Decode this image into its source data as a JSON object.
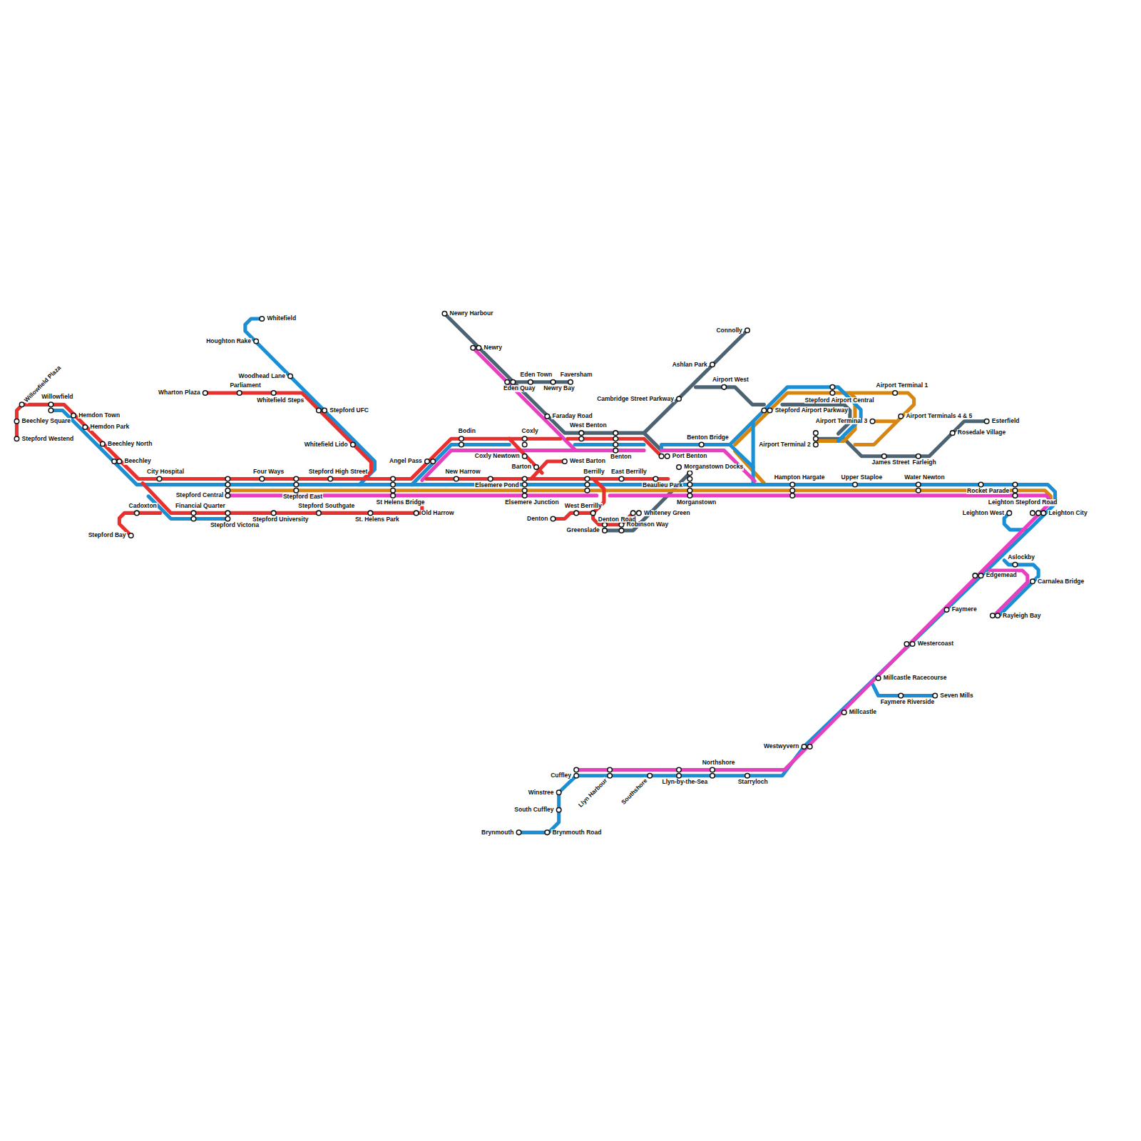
{
  "diagram": {
    "labels": [
      "Willowfield Plaza",
      "Beechley Square",
      "Stepford Westend",
      "Willowfield",
      "Hemdon Town",
      "Hemdon Park",
      "Beechley North",
      "Beechley",
      "City Hospital",
      "Cadoxton",
      "Stepford Bay",
      "Financial Quarter",
      "Stepford Central",
      "Stepford Victoria",
      "Four Ways",
      "Stepford University",
      "Stepford East",
      "Stepford Southgate",
      "Stepford High Street",
      "St. Helens Park",
      "St Helens Bridge",
      "Old Harrow",
      "Wharton Plaza",
      "Parliament",
      "Whitefield Steps",
      "Whitefield",
      "Houghton Rake",
      "Woodhead Lane",
      "Stepford UFC",
      "Whitefield Lido",
      "Angel Pass",
      "Bodin",
      "New Harrow",
      "Elsemere Pond",
      "Coxly",
      "Coxly Newtown",
      "Barton",
      "Elsemere Junction",
      "West Barton",
      "Berrilly",
      "East Berrilly",
      "Denton",
      "West Berrilly",
      "Denton Road",
      "Greenslade",
      "Robinson Way",
      "Whiteney Green",
      "Beaulieu Park",
      "Newry Harbour",
      "Newry",
      "Eden Quay",
      "Eden Town",
      "Newry Bay",
      "Faversham",
      "Faraday Road",
      "West Benton",
      "Benton",
      "Port Benton",
      "Morganstown Docks",
      "Morganstown",
      "Cambridge Street Parkway",
      "Ashlan Park",
      "Connolly",
      "Airport West",
      "Benton Bridge",
      "Stepford Airport Parkway",
      "Stepford Airport Central",
      "Airport Terminal 2",
      "Airport Terminal 3",
      "Airport Terminal 1",
      "Airport Terminals 4 & 5",
      "James Street",
      "Farleigh",
      "Rosedale Village",
      "Esterfield",
      "Hampton Hargate",
      "Upper Staploe",
      "Water Newton",
      "Rocket Parade",
      "Leighton Stepford Road",
      "Leighton West",
      "Leighton City",
      "Aslockby",
      "Edgemead",
      "Carnalea Bridge",
      "Rayleigh Bay",
      "Faymere",
      "Westercoast",
      "Millcastle Racecourse",
      "Faymere Riverside",
      "Seven Mills",
      "Millcastle",
      "Westwyvern",
      "Northshore",
      "Starryloch",
      "Llyn-by-the-Sea",
      "Southshore",
      "Llyn Harbour",
      "Cuffley",
      "Winstree",
      "South Cuffley",
      "Brynmouth",
      "Brynmouth Road"
    ]
  }
}
